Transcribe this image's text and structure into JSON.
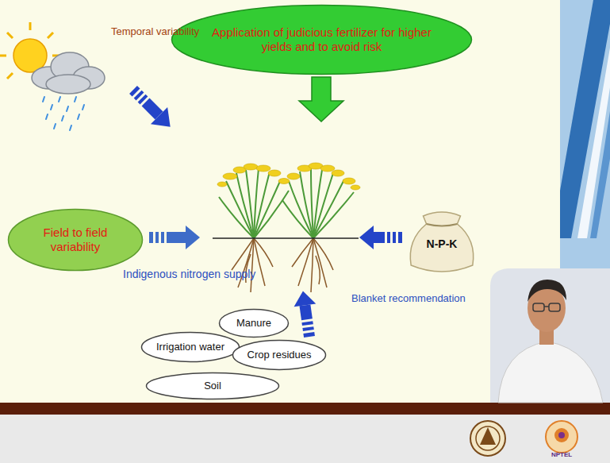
{
  "diagram": {
    "nodes": [
      {
        "text": [
          "Application of judicious fertilizer for higher yields and to avoid risk"
        ]
      },
      {
        "text": [
          "Field to field variability"
        ]
      },
      {
        "text": [
          "N-P-K"
        ]
      },
      {
        "text": [
          "Manure"
        ]
      },
      {
        "text": [
          "Irrigation water"
        ]
      },
      {
        "text": [
          "Crop residues"
        ]
      },
      {
        "text": [
          "Soil"
        ]
      }
    ],
    "labels": [
      "Temporal variability",
      "Indigenous nitrogen supply",
      "Blanket recommendation",
      "NPTEL"
    ]
  }
}
